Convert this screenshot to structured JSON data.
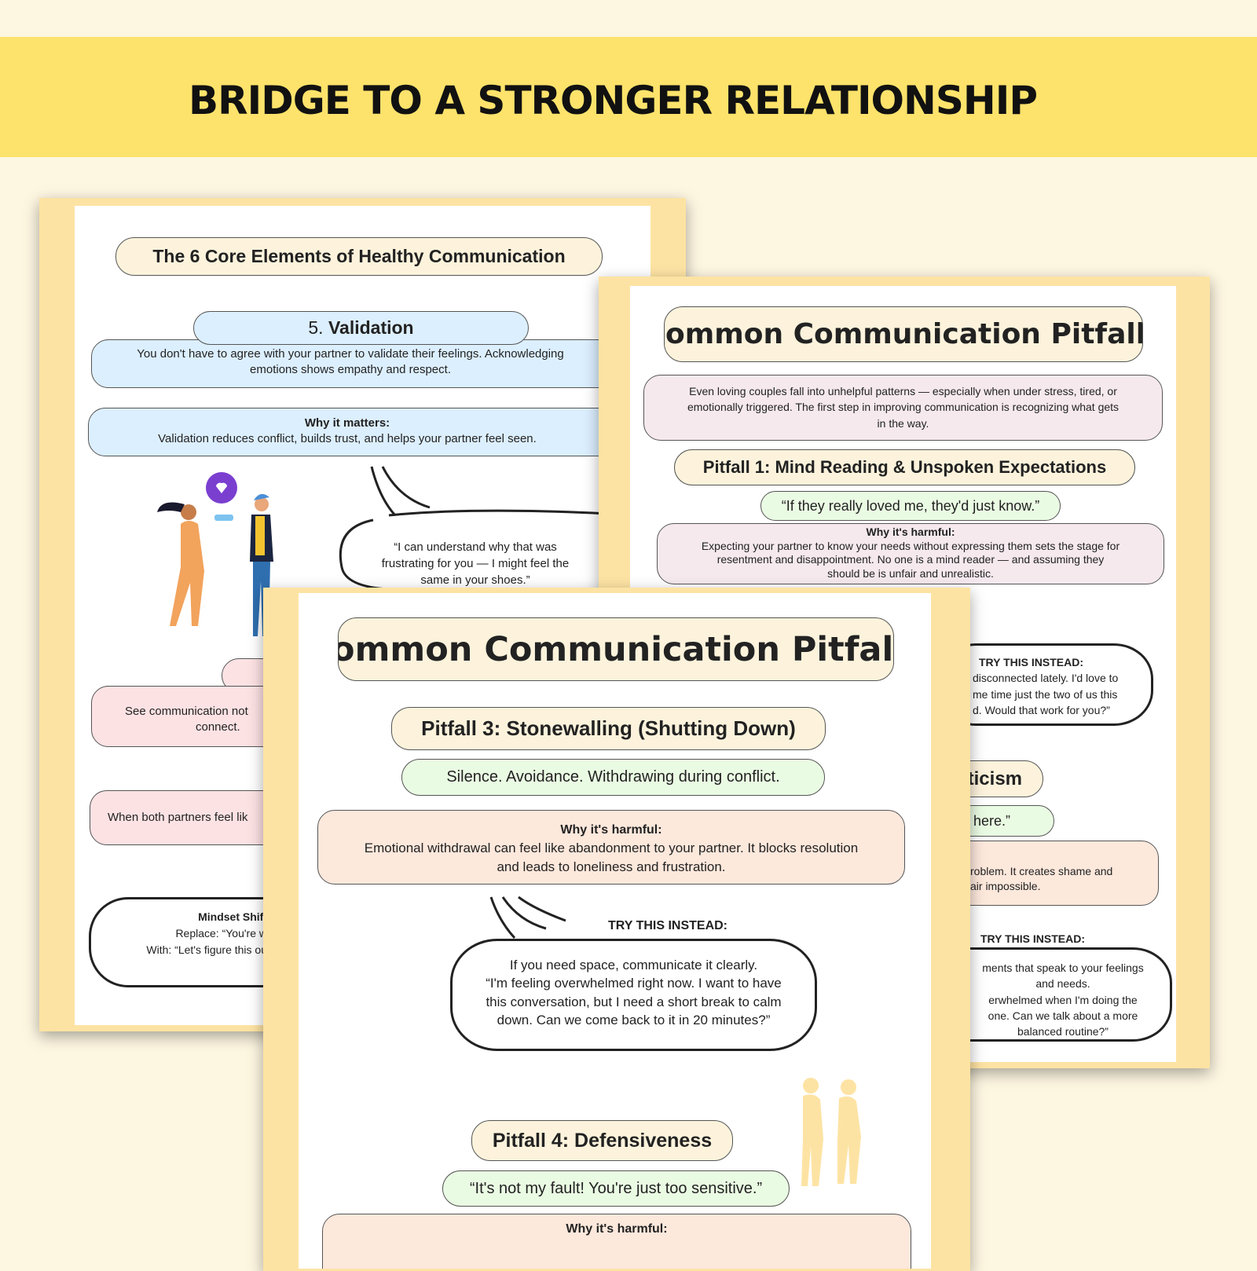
{
  "banner": {
    "title": "BRIDGE TO A STRONGER RELATIONSHIP"
  },
  "page_left": {
    "title": "The 6 Core Elements of Healthy Communication",
    "section_number": "5.",
    "section_title": "Validation",
    "description": [
      "You don't have to agree with your partner to validate their feelings. Acknowledging",
      "emotions shows empathy and respect."
    ],
    "why_label": "Why it matters:",
    "why_text": "Validation reduces conflict, builds trust, and helps your partner feel seen.",
    "quote": [
      "“I can understand why that was",
      "frustrating for you — I might feel the",
      "same in your shoes.”"
    ],
    "pink_box_1": [
      "See communication not",
      "connect."
    ],
    "pink_box_2": "When both partners feel lik",
    "mindset": {
      "label": "Mindset Shift",
      "replace": "Replace: “You're w",
      "with": "With: “Let's figure this ou"
    }
  },
  "page_right": {
    "title": "Common Communication Pitfalls",
    "intro": [
      "Even loving couples fall into unhelpful patterns — especially when under stress, tired, or",
      "emotionally triggered. The first step in improving communication is recognizing what gets",
      "in the way."
    ],
    "pitfall1_title": "Pitfall 1: Mind Reading & Unspoken Expectations",
    "pitfall1_quote": "“If they really loved me, they'd just know.”",
    "why_label": "Why it's harmful:",
    "why_text": [
      "Expecting your partner to know your needs without expressing them sets the stage for",
      "resentment and disappointment. No one is a mind reader — and assuming they",
      "should be is unfair and unrealistic."
    ],
    "try1_label": "TRY THIS INSTEAD:",
    "try1_text": [
      "disconnected lately. I'd love to",
      "me time just the two of us this",
      "d. Would that work for you?”"
    ],
    "pitfall2_title": "iticism",
    "pitfall2_quote": "here.”",
    "pitfall2_why": [
      "roblem. It creates shame and",
      "air impossible."
    ],
    "try2_label": "TRY THIS INSTEAD:",
    "try2_text": [
      "ments that speak to your feelings",
      "and needs.",
      "erwhelmed when I'm doing the",
      "one. Can we talk about a more",
      "balanced routine?”"
    ]
  },
  "page_front": {
    "title": "Common Communication Pitfalls",
    "pitfall3_title": "Pitfall 3: Stonewalling (Shutting Down)",
    "pitfall3_quote": "Silence. Avoidance. Withdrawing during conflict.",
    "why_label": "Why it's harmful:",
    "why_text": [
      "Emotional withdrawal can feel like abandonment to your partner. It blocks resolution",
      "and leads to loneliness and frustration."
    ],
    "try_label": "TRY THIS INSTEAD:",
    "try_text": [
      "If you need space, communicate it clearly.",
      "“I'm feeling overwhelmed right now. I want to have",
      "this conversation, but I need a short break to calm",
      "down. Can we come back to it in 20 minutes?”"
    ],
    "pitfall4_title": "Pitfall 4: Defensiveness",
    "pitfall4_quote": "“It's not my fault! You're just too sensitive.”",
    "why4_label": "Why it's harmful:"
  }
}
